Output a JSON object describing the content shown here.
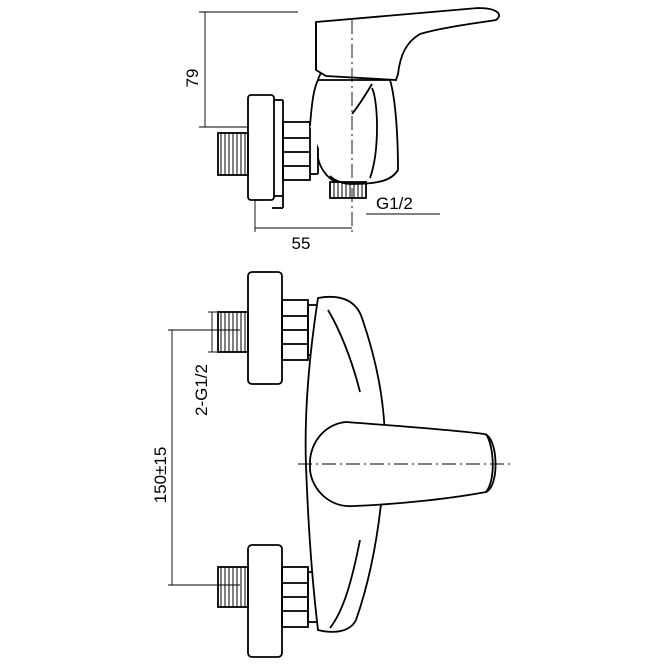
{
  "drawing": {
    "side_view": {
      "dimensions": {
        "height": "79",
        "depth": "55",
        "outlet_thread": "G1/2"
      }
    },
    "front_view": {
      "dimensions": {
        "inlet_thread": "2-G1/2",
        "inlet_spacing": "150±15"
      }
    }
  }
}
